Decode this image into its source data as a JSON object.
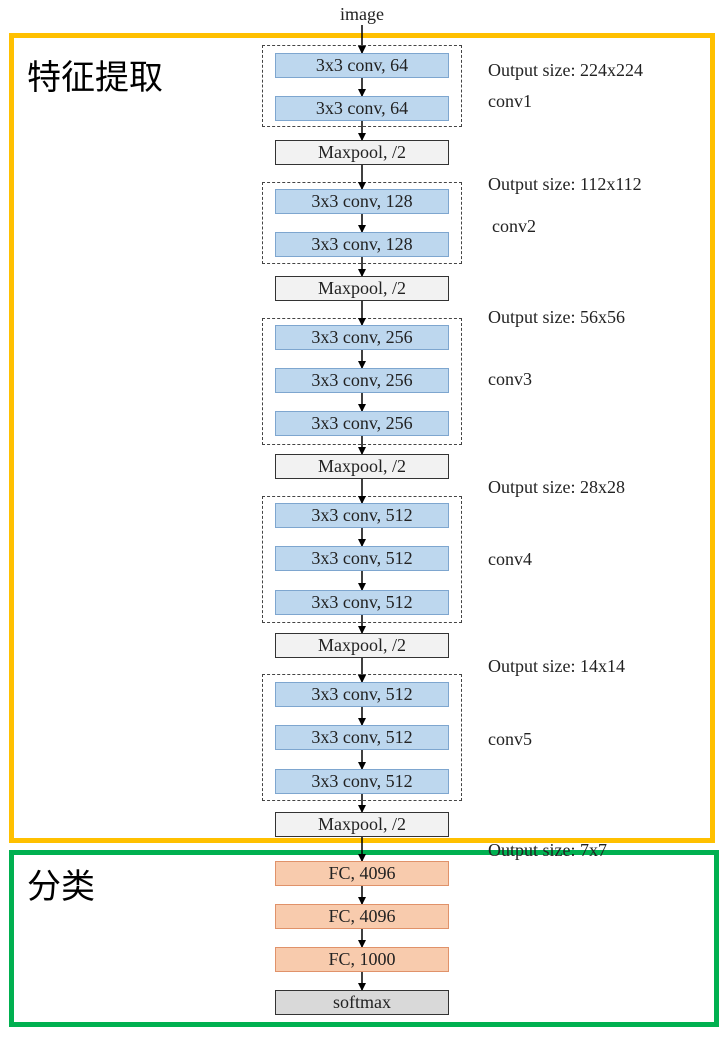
{
  "input_label": "image",
  "sections": {
    "feature_title": "特征提取",
    "classifier_title": "分类"
  },
  "colors": {
    "feature_frame": "#ffc000",
    "classifier_frame": "#00b050",
    "conv_fill": "#bdd7ee",
    "pool_fill": "#f2f2f2",
    "fc_fill": "#f8cbad",
    "softmax_fill": "#d9d9d9"
  },
  "layers": [
    {
      "label": "3x3 conv, 64",
      "kind": "conv"
    },
    {
      "label": "3x3 conv, 64",
      "kind": "conv"
    },
    {
      "label": "Maxpool, /2",
      "kind": "pool"
    },
    {
      "label": "3x3 conv, 128",
      "kind": "conv"
    },
    {
      "label": "3x3 conv, 128",
      "kind": "conv"
    },
    {
      "label": "Maxpool, /2",
      "kind": "pool"
    },
    {
      "label": "3x3 conv, 256",
      "kind": "conv"
    },
    {
      "label": "3x3 conv, 256",
      "kind": "conv"
    },
    {
      "label": "3x3 conv, 256",
      "kind": "conv"
    },
    {
      "label": "Maxpool, /2",
      "kind": "pool"
    },
    {
      "label": "3x3 conv, 512",
      "kind": "conv"
    },
    {
      "label": "3x3 conv, 512",
      "kind": "conv"
    },
    {
      "label": "3x3 conv, 512",
      "kind": "conv"
    },
    {
      "label": "Maxpool, /2",
      "kind": "pool"
    },
    {
      "label": "3x3 conv, 512",
      "kind": "conv"
    },
    {
      "label": "3x3 conv, 512",
      "kind": "conv"
    },
    {
      "label": "3x3 conv, 512",
      "kind": "conv"
    },
    {
      "label": "Maxpool, /2",
      "kind": "pool"
    },
    {
      "label": "FC, 4096",
      "kind": "fc"
    },
    {
      "label": "FC, 4096",
      "kind": "fc"
    },
    {
      "label": "FC, 1000",
      "kind": "fc"
    },
    {
      "label": "softmax",
      "kind": "softmax"
    }
  ],
  "groups": [
    {
      "name": "conv1",
      "output_size": "Output size: 224x224"
    },
    {
      "name": "conv2",
      "output_size": "Output size: 112x112"
    },
    {
      "name": "conv3",
      "output_size": "Output size: 56x56"
    },
    {
      "name": "conv4",
      "output_size": "Output size: 28x28"
    },
    {
      "name": "conv5",
      "output_size": "Output size: 14x14"
    }
  ],
  "final_output_size": "Output size: 7x7"
}
